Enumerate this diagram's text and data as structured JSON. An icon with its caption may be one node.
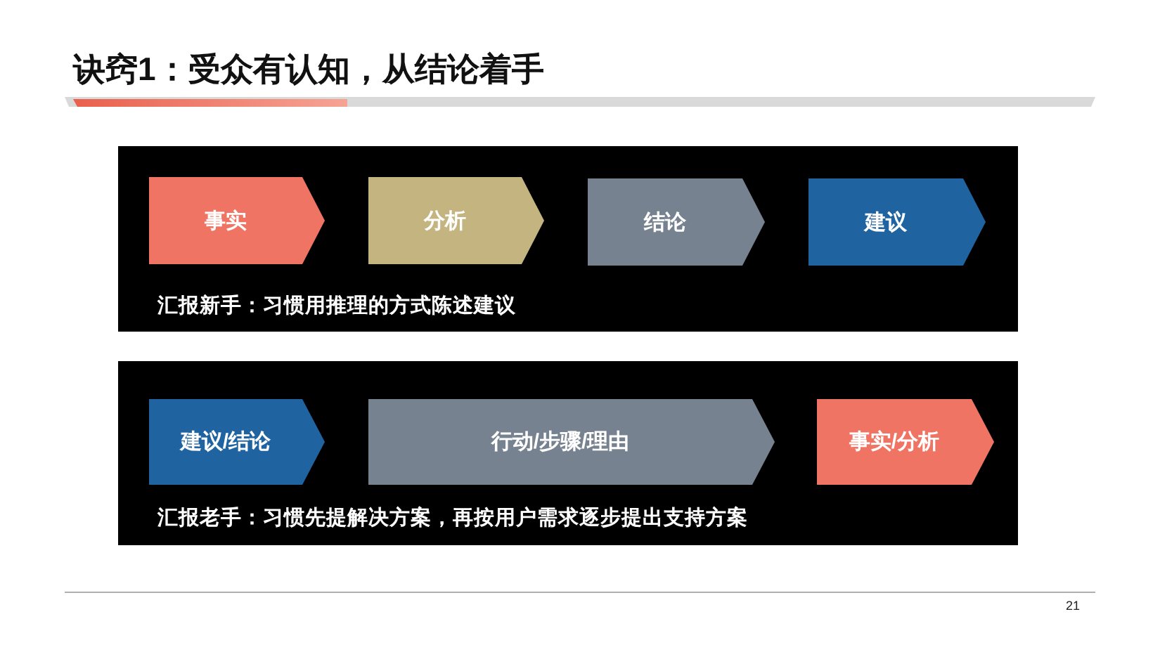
{
  "diagram": {
    "title": "诀窍1：受众有认知，从结论着手",
    "nodes": [
      {
        "text": [
          "汇报新手：习惯用推理的方式陈述建议"
        ]
      },
      {
        "text": [
          "事实"
        ],
        "in": 0
      },
      {
        "text": [
          "分析"
        ],
        "in": 0
      },
      {
        "text": [
          "结论"
        ],
        "in": 0
      },
      {
        "text": [
          "建议"
        ],
        "in": 0
      },
      {
        "text": [
          "汇报老手：习惯先提解决方案，再按用户需求逐步提出支持方案"
        ]
      },
      {
        "text": [
          "建议/结论"
        ],
        "in": 5
      },
      {
        "text": [
          "行动/步骤/理由"
        ],
        "in": 5
      },
      {
        "text": [
          "事实/分析"
        ],
        "in": 5
      }
    ],
    "labels": [
      "21"
    ]
  }
}
